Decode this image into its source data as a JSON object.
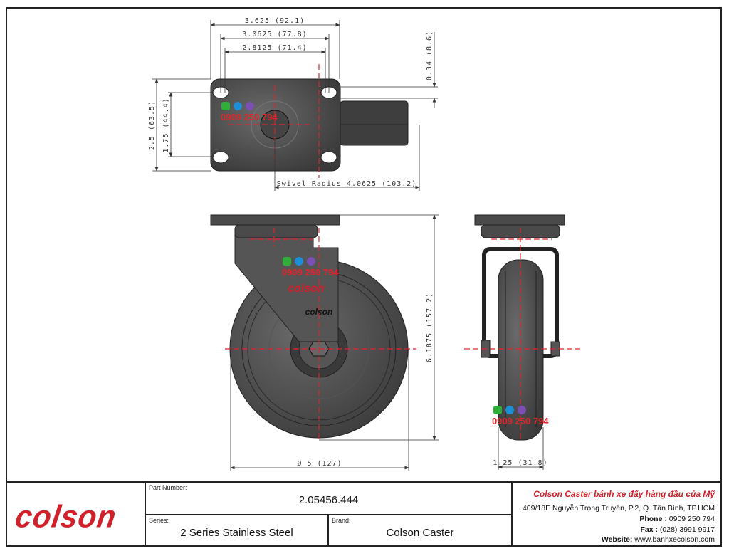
{
  "drawing": {
    "top_view": {
      "dim_overall_width": "3.625 (92.1)",
      "dim_hole_outer": "3.0625 (77.8)",
      "dim_hole_inner": "2.8125 (71.4)",
      "dim_offset": "0.34 (8.6)",
      "dim_plate_height": "2.5 (63.5)",
      "dim_hole_spacing": "1.75 (44.4)",
      "dim_swivel_radius": "Swivel Radius 4.0625 (103.2)"
    },
    "front_view": {
      "dim_overall_height": "6.1875 (157.2)",
      "dim_wheel_diameter": "Ø 5 (127)",
      "hub_logo": "colson"
    },
    "side_view": {
      "dim_wheel_width": "1.25 (31.8)"
    },
    "watermark_phone": "0909 250 794",
    "watermark_logo": "colson"
  },
  "title_block": {
    "logo": "colson",
    "part_number_label": "Part Number:",
    "part_number": "2.05456.444",
    "series_label": "Series:",
    "series": "2 Series Stainless Steel",
    "brand_label": "Brand:",
    "brand": "Colson Caster",
    "company_tagline": "Colson Caster bánh xe đẩy hàng đầu của Mỹ",
    "address": "409/18E Nguyễn Trọng Truyền, P.2, Q. Tân Bình, TP.HCM",
    "phone_label": "Phone :",
    "phone": "0909 250 794",
    "fax_label": "Fax :",
    "fax": "(028) 3991 9917",
    "website_label": "Website:",
    "website": "www.banhxecolson.com"
  },
  "colors": {
    "brand_red": "#d0202a",
    "metal": "#4a4a4a"
  }
}
